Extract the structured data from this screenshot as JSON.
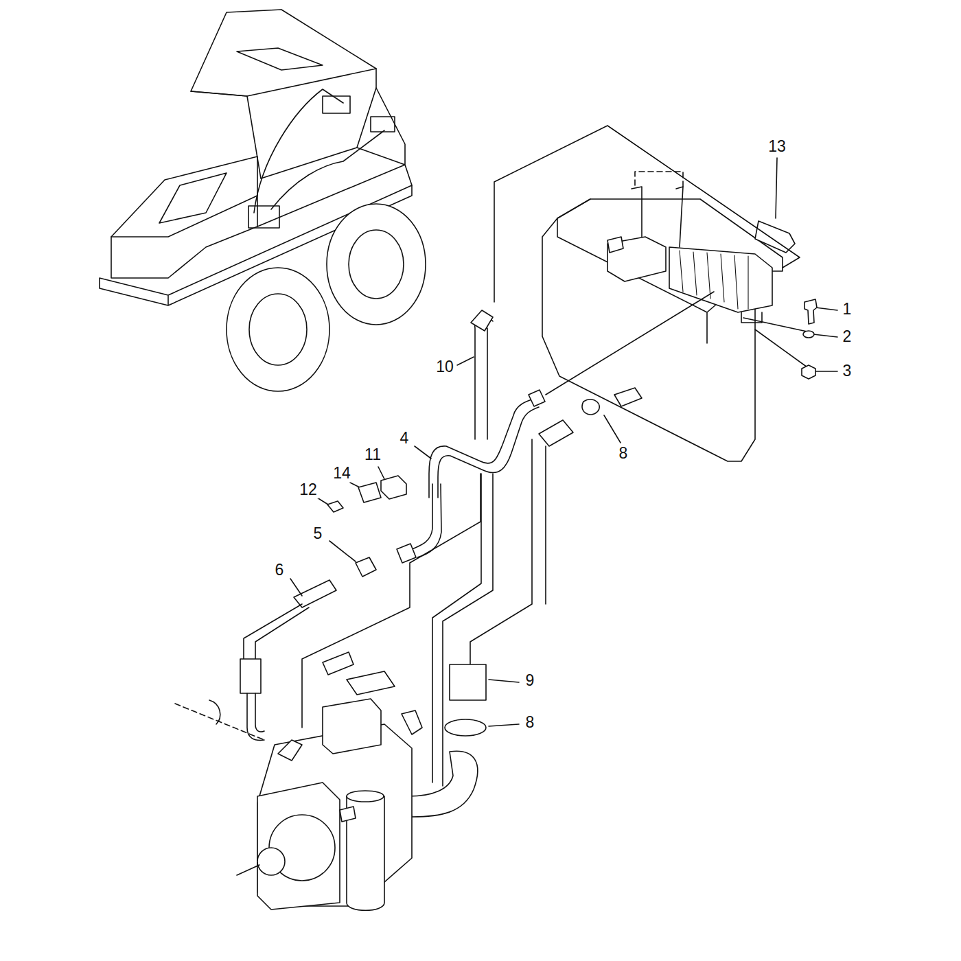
{
  "diagram": {
    "labels": [
      "13",
      "1",
      "2",
      "3",
      "10",
      "8",
      "4",
      "11",
      "14",
      "12",
      "5",
      "6",
      "9",
      "8"
    ]
  }
}
